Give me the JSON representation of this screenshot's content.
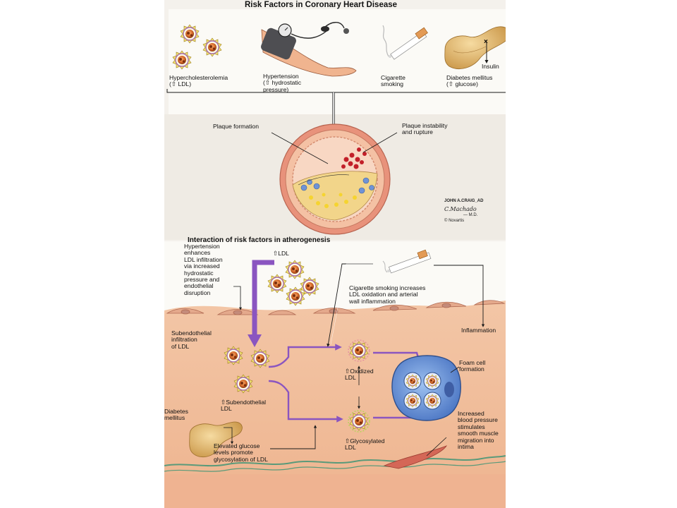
{
  "title": "Risk Factors in Coronary Heart Disease",
  "subtitle": "Interaction of risk factors in atherogenesis",
  "top_panel": {
    "hypercholesterolemia": "Hypercholesterolemia\n(⇧ LDL)",
    "hypertension": "Hypertension\n(⇧ hydrostatic\npressure)",
    "smoking": "Cigarette\nsmoking",
    "diabetes": "Diabetes mellitus\n(⇧ glucose)",
    "insulin": "Insulin",
    "insulin_mark": "×"
  },
  "vessel": {
    "plaque_formation": "Plaque formation",
    "plaque_rupture": "Plaque instability\nand rupture"
  },
  "credits": {
    "artist": "JOHN A.CRAIG_AD",
    "signature": "C.Machado",
    "signature_suffix": "— M.D.",
    "copyright": "© Novartis"
  },
  "lower_panel": {
    "hypertension_note": "Hypertension\nenhances\nLDL infiltration\nvia increased\nhydrostatic\npressure and\nendothelial\ndisruption",
    "ldl_up": "⇧LDL",
    "smoking_note": "Cigarette smoking increases\nLDL oxidation and arterial\nwall inflammation",
    "inflammation": "Inflammation",
    "subendothelial_infiltration": "Subendothelial\ninfiltration\nof LDL",
    "subendothelial_ldl": "⇧Subendothelial\nLDL",
    "oxidized_ldl": "⇧Oxidized\nLDL",
    "glycosylated_ldl": "⇧Glycosylated\nLDL",
    "foam_cell": "Foam cell\nformation",
    "diabetes": "Diabetes\nmellitus",
    "glucose_note": "Elevated glucose\nlevels promote\nglycosylation of LDL",
    "smooth_muscle_note": "Increased\nblood pressure\nstimulates\nsmooth muscle\nmigration into\nintima"
  },
  "colors": {
    "pathway_arrow": "#8a55c0",
    "tissue": "#f2c1a0",
    "endothelium": "#e2a488",
    "foam_cell": "#6f98d8",
    "ldl_particle": "#d76b2b"
  }
}
